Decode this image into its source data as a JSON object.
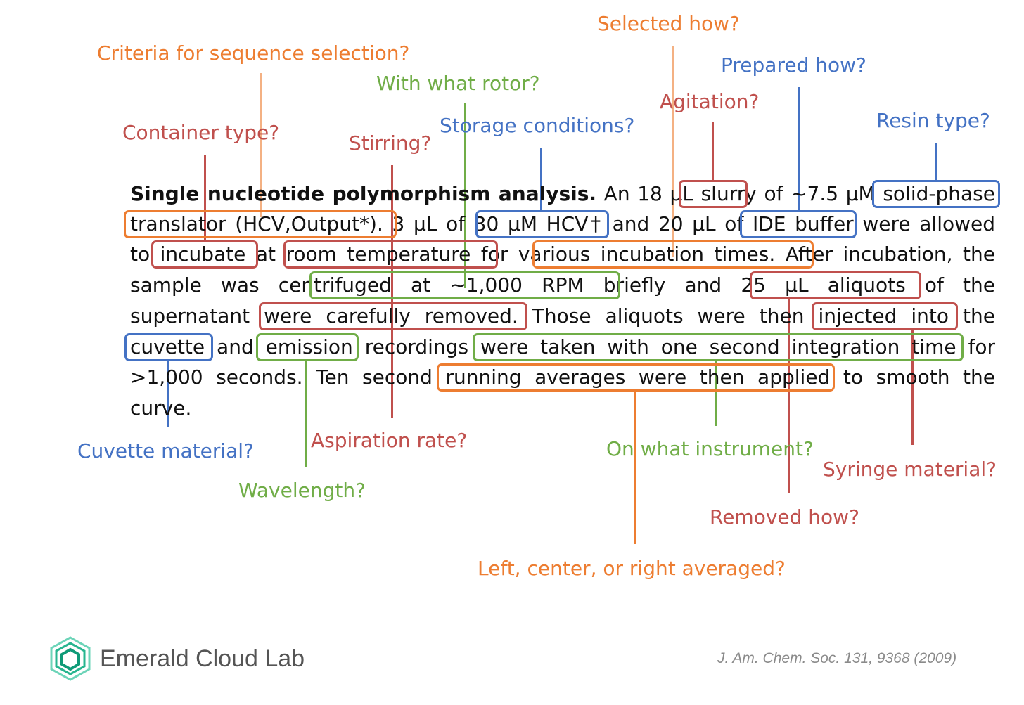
{
  "colors": {
    "orange": "#ed7d31",
    "orange_light": "#f4b183",
    "red": "#c0504d",
    "blue": "#4472c4",
    "green": "#70ad47",
    "text": "#111111"
  },
  "paragraph": {
    "line1_title": "Single nucleotide polymorphism analysis.",
    "line1_rest": " An 18 µL slurry of ~7.5 µM solid-phase",
    "line2": "translator (HCV,Output*). 3 µL of 30 µM HCV† and 20 µL of IDE buffer were allowed",
    "line3": "to incubate at room temperature for various incubation times. After incubation, the",
    "line4": "sample was centrifuged at ~1,000 RPM briefly and 25 µL aliquots of the",
    "line5": "supernatant were carefully removed. Those aliquots were then injected into the",
    "line6": "cuvette and emission recordings were taken with one second integration time for",
    "line7": ">1,000 seconds. Ten second running averages were then applied to smooth the",
    "line8": "curve."
  },
  "questions": {
    "criteria": "Criteria for sequence selection?",
    "selected": "Selected how?",
    "rotor": "With what rotor?",
    "prepared": "Prepared how?",
    "agitation": "Agitation?",
    "container": "Container type?",
    "stirring": "Stirring?",
    "storage": "Storage conditions?",
    "resin": "Resin type?",
    "cuvette_material": "Cuvette material?",
    "aspiration": "Aspiration rate?",
    "instrument": "On what instrument?",
    "syringe": "Syringe material?",
    "wavelength": "Wavelength?",
    "removed": "Removed how?",
    "averaged": "Left, center, or right averaged?"
  },
  "footer": {
    "brand": "Emerald Cloud Lab",
    "citation": "J. Am. Chem. Soc.  131, 9368 (2009)"
  },
  "icons": {
    "logo": "emerald-hexagon-logo"
  }
}
